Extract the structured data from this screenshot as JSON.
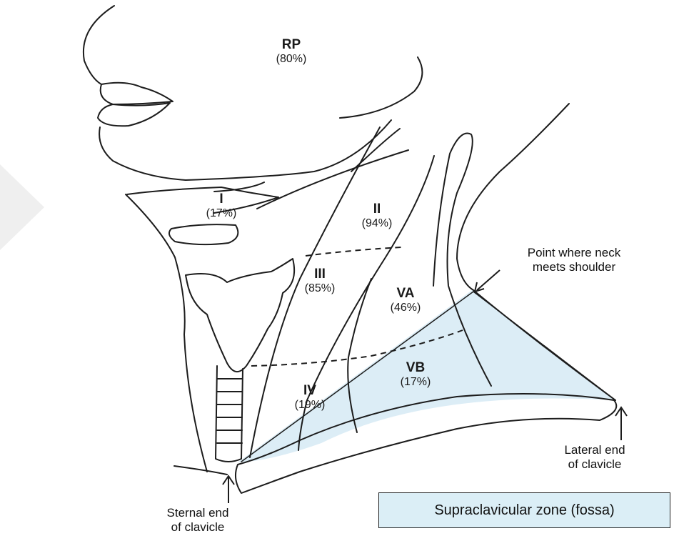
{
  "levels": {
    "rp": {
      "name": "RP",
      "pct": "(80%)"
    },
    "i": {
      "name": "I",
      "pct": "(17%)"
    },
    "ii": {
      "name": "II",
      "pct": "(94%)"
    },
    "iii": {
      "name": "III",
      "pct": "(85%)"
    },
    "va": {
      "name": "VA",
      "pct": "(46%)"
    },
    "iv": {
      "name": "IV",
      "pct": "(19%)"
    },
    "vb": {
      "name": "VB",
      "pct": "(17%)"
    }
  },
  "annotations": {
    "neck_shoulder_1": "Point where neck",
    "neck_shoulder_2": "meets shoulder",
    "lateral_1": "Lateral end",
    "lateral_2": "of clavicle",
    "sternal_1": "Sternal end",
    "sternal_2": "of clavicle"
  },
  "legend": "Supraclavicular zone (fossa)",
  "colors": {
    "line": "#1c1c1c",
    "fossa": "#dcedf6",
    "legend_bg": "#dbeef6"
  }
}
